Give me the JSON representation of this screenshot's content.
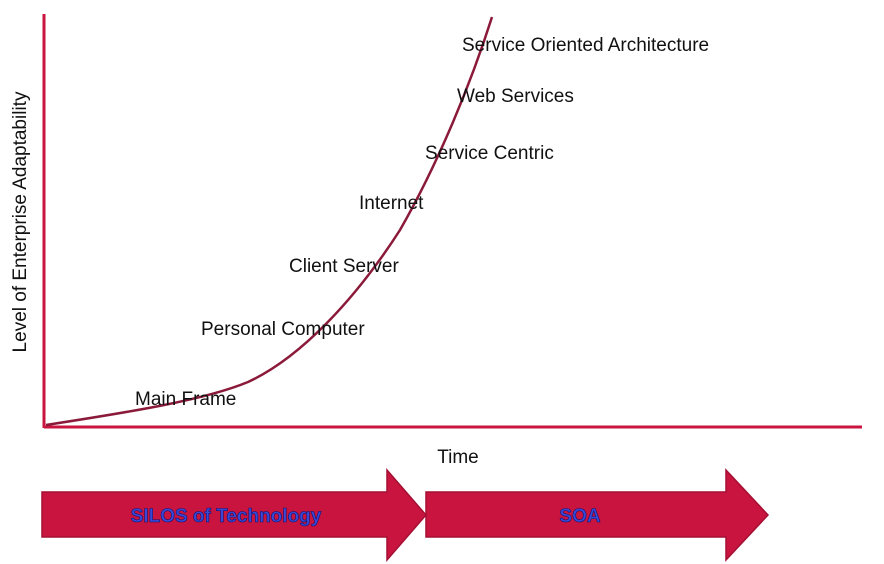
{
  "colors": {
    "axis": "#c8143f",
    "curve": "#8b1a3a",
    "arrow_fill": "#c8143f",
    "arrow_stroke": "#a50f33",
    "arrow_text": "#3a48d8"
  },
  "axes": {
    "y_label": "Level of Enterprise Adaptability",
    "x_label": "Time"
  },
  "stages": [
    "Main Frame",
    "Personal Computer",
    "Client Server",
    "Internet",
    "Service Centric",
    "Web Services",
    "Service Oriented Architecture"
  ],
  "arrows": [
    {
      "label": "SILOS of Technology"
    },
    {
      "label": "SOA"
    }
  ]
}
